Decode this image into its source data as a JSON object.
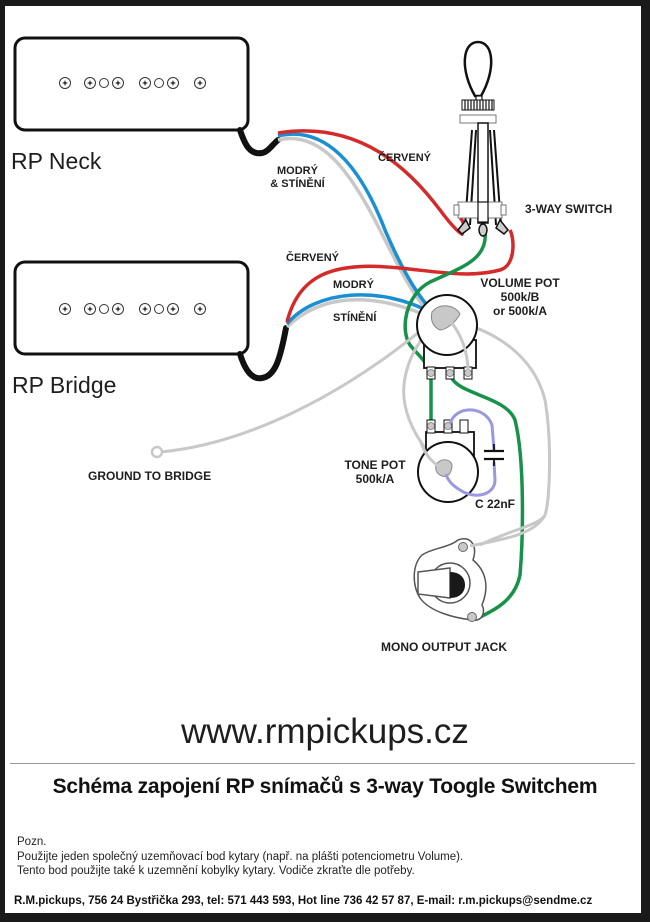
{
  "pickups": {
    "neck": {
      "name": "RP Neck"
    },
    "bridge": {
      "name": "RP Bridge"
    }
  },
  "wire_labels": {
    "neck_red": "ČERVENÝ",
    "neck_blue_shield_line1": "MODRÝ",
    "neck_blue_shield_line2": "& STÍNĚNÍ",
    "bridge_red": "ČERVENÝ",
    "bridge_blue": "MODRÝ",
    "bridge_shield": "STÍNĚNÍ"
  },
  "components": {
    "switch": {
      "label": "3-WAY SWITCH"
    },
    "volume_pot": {
      "line1": "VOLUME POT",
      "line2": "500k/B",
      "line3": "or 500k/A"
    },
    "tone_pot": {
      "line1": "TONE POT",
      "line2": "500k/A"
    },
    "capacitor": {
      "label": "C 22nF"
    },
    "jack": {
      "label": "MONO OUTPUT JACK"
    },
    "ground": {
      "label": "GROUND TO BRIDGE"
    }
  },
  "wire_colors": {
    "red": "#d42a2a",
    "blue": "#1b8fd4",
    "shield": "#c8c8c8",
    "green": "#17924a",
    "cap_lead": "#9a98e0",
    "cable": "#111111"
  },
  "website": "www.rmpickups.cz",
  "title": "Schéma zapojení RP snímačů s 3-way Toogle Switchem",
  "notes": {
    "heading": "Pozn.",
    "line1": "Použijte jeden společný uzemňovací bod kytary (např. na plášti potenciometru Volume).",
    "line2": "Tento bod použijte také k uzemnění kobylky kytary. Vodiče  zkraťte dle potřeby."
  },
  "footer": "R.M.pickups, 756 24 Bystřička 293, tel: 571 443 593, Hot line 736 42 57 87, E-mail: r.m.pickups@sendme.cz"
}
